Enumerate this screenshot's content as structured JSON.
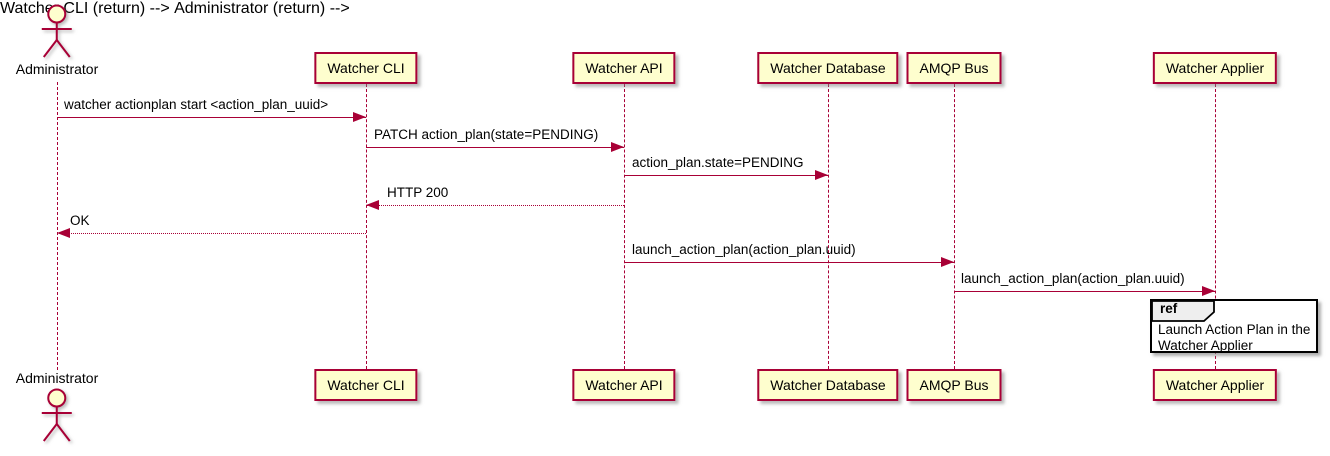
{
  "diagram_type": "uml-sequence-diagram",
  "actor": {
    "name": "Administrator"
  },
  "participants": [
    {
      "label": "Watcher CLI"
    },
    {
      "label": "Watcher API"
    },
    {
      "label": "Watcher Database"
    },
    {
      "label": "AMQP Bus"
    },
    {
      "label": "Watcher Applier"
    }
  ],
  "messages": [
    {
      "label": "watcher actionplan start <action_plan_uuid>",
      "from": "Administrator",
      "to": "Watcher CLI",
      "style": "solid"
    },
    {
      "label": "PATCH action_plan(state=PENDING)",
      "from": "Watcher CLI",
      "to": "Watcher API",
      "style": "solid"
    },
    {
      "label": "action_plan.state=PENDING",
      "from": "Watcher API",
      "to": "Watcher Database",
      "style": "solid"
    },
    {
      "label": "HTTP 200",
      "from": "Watcher API",
      "to": "Watcher CLI",
      "style": "dotted-return"
    },
    {
      "label": "OK",
      "from": "Watcher CLI",
      "to": "Administrator",
      "style": "dotted-return"
    },
    {
      "label": "launch_action_plan(action_plan.uuid)",
      "from": "Watcher API",
      "to": "AMQP Bus",
      "style": "solid"
    },
    {
      "label": "launch_action_plan(action_plan.uuid)",
      "from": "AMQP Bus",
      "to": "Watcher Applier",
      "style": "solid"
    }
  ],
  "ref_frame": {
    "keyword": "ref",
    "lines": [
      "Launch Action Plan in the",
      "Watcher Applier"
    ],
    "over": "Watcher Applier"
  },
  "colors": {
    "stroke": "#A80036",
    "participant_fill": "#FEFECE",
    "ref_header_fill": "#EEEEEE",
    "ref_border": "#000000",
    "text": "#000000",
    "background": "#FFFFFF"
  }
}
